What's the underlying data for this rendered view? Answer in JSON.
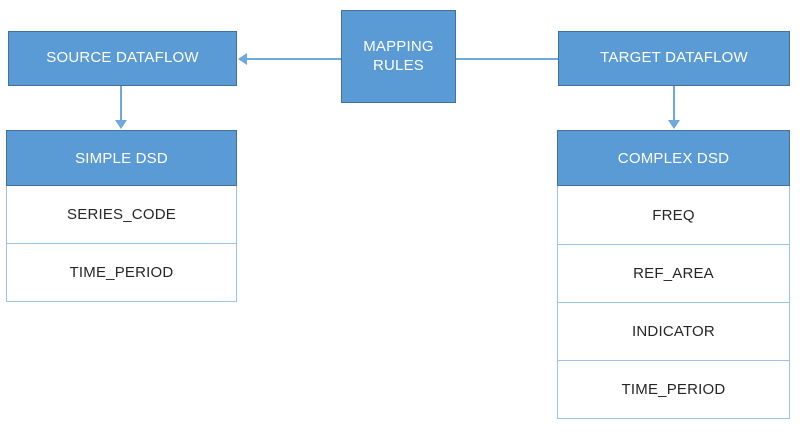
{
  "diagram": {
    "title": "SDMX dataflow mapping diagram",
    "colors": {
      "node_fill": "#5B9BD5",
      "node_border": "#41719C",
      "row_fill": "#FFFFFF",
      "row_border": "#9DC3E6",
      "connector": "#6FA8DC",
      "header_text": "#FFFFFF",
      "row_text": "#262626",
      "background": "#FFFFFF"
    },
    "nodes": {
      "source_dataflow": {
        "label": "SOURCE DATAFLOW"
      },
      "mapping_rules": {
        "label": "MAPPING\nRULES"
      },
      "target_dataflow": {
        "label": "TARGET DATAFLOW"
      }
    },
    "tables": {
      "simple_dsd": {
        "header": "SIMPLE DSD",
        "rows": [
          {
            "label": "SERIES_CODE"
          },
          {
            "label": "TIME_PERIOD"
          }
        ]
      },
      "complex_dsd": {
        "header": "COMPLEX DSD",
        "rows": [
          {
            "label": "FREQ"
          },
          {
            "label": "REF_AREA"
          },
          {
            "label": "INDICATOR"
          },
          {
            "label": "TIME_PERIOD"
          }
        ]
      }
    },
    "connectors": [
      {
        "name": "mapping-rules-to-source-dataflow",
        "kind": "arrow-left"
      },
      {
        "name": "target-dataflow-to-mapping-rules",
        "kind": "line"
      },
      {
        "name": "source-dataflow-to-simple-dsd",
        "kind": "arrow-down"
      },
      {
        "name": "target-dataflow-to-complex-dsd",
        "kind": "arrow-down"
      }
    ]
  }
}
